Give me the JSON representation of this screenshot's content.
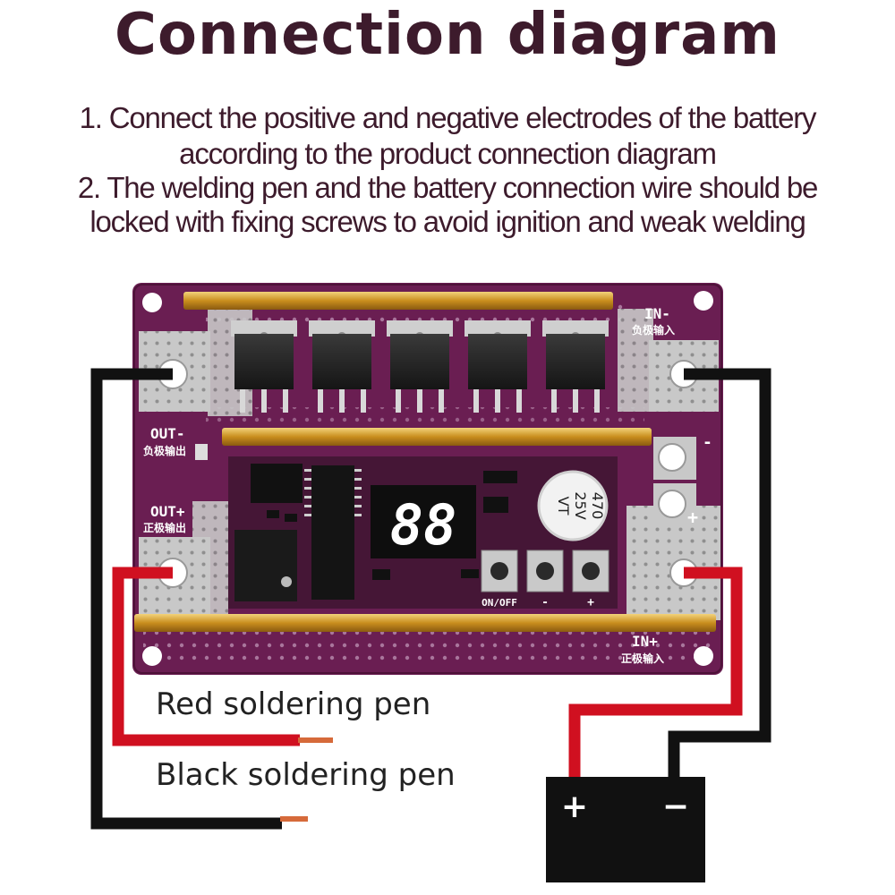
{
  "title": "Connection diagram",
  "instructions": [
    "1. Connect the positive and negative electrodes of the battery",
    "according to the product connection diagram",
    "2. The welding pen and the battery connection wire should be",
    "locked with fixing screws to avoid ignition and weak welding"
  ],
  "board": {
    "in_neg_label": "IN-",
    "in_neg_cn": "负极输入",
    "out_neg_label": "OUT-",
    "out_neg_cn": "负极输出",
    "out_pos_label": "OUT+",
    "out_pos_cn": "正极输出",
    "in_pos_label": "IN+",
    "in_pos_cn": "正极输入",
    "display": "88",
    "capacitor_value": "470",
    "capacitor_voltage": "25V",
    "capacitor_series": "VT",
    "on_off_label": "ON/OFF",
    "minus_button_label": "-",
    "plus_button_label": "+",
    "terminal_minus": "-",
    "terminal_plus": "+"
  },
  "pens": {
    "red": "Red soldering pen",
    "black": "Black soldering pen"
  },
  "battery": {
    "positive": "+",
    "negative": "−"
  },
  "colors": {
    "board": "#6a1e52",
    "title": "#3d1b2c",
    "red_wire": "#d01020",
    "black_wire": "#111111",
    "copper_bar": "#d9a52f"
  }
}
